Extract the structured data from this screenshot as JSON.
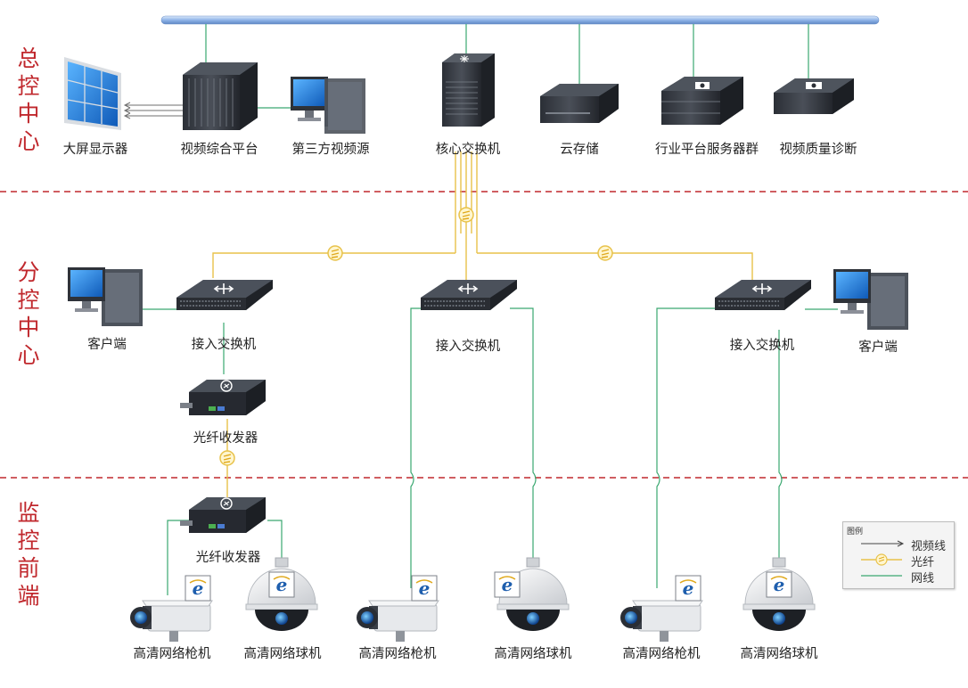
{
  "zones": {
    "hq": "总控中心",
    "branch": "分控中心",
    "front": "监控前端"
  },
  "hq_devices": {
    "video_wall": "大屏显示器",
    "video_platform": "视频综合平台",
    "third_party_source": "第三方视频源",
    "core_switch": "核心交换机",
    "cloud_storage": "云存储",
    "server_cluster": "行业平台服务器群",
    "quality_diagnosis": "视频质量诊断"
  },
  "branch_devices": {
    "client_left": "客户端",
    "switch_left": "接入交换机",
    "switch_mid": "接入交换机",
    "switch_right": "接入交换机",
    "client_right": "客户端",
    "transceiver_upper": "光纤收发器"
  },
  "front_devices": {
    "transceiver_lower": "光纤收发器",
    "cameras": [
      "高清网络枪机",
      "高清网络球机",
      "高清网络枪机",
      "高清网络球机",
      "高清网络枪机",
      "高清网络球机"
    ]
  },
  "legend": {
    "title": "图例",
    "video_line": "视频线",
    "fiber": "光纤",
    "network": "网线"
  },
  "colors": {
    "zone_label": "#c0282d",
    "divider": "#c0282d",
    "network_line": "#3aa870",
    "fiber_line": "#e8c24a",
    "backbone": "#8fb4e8"
  }
}
